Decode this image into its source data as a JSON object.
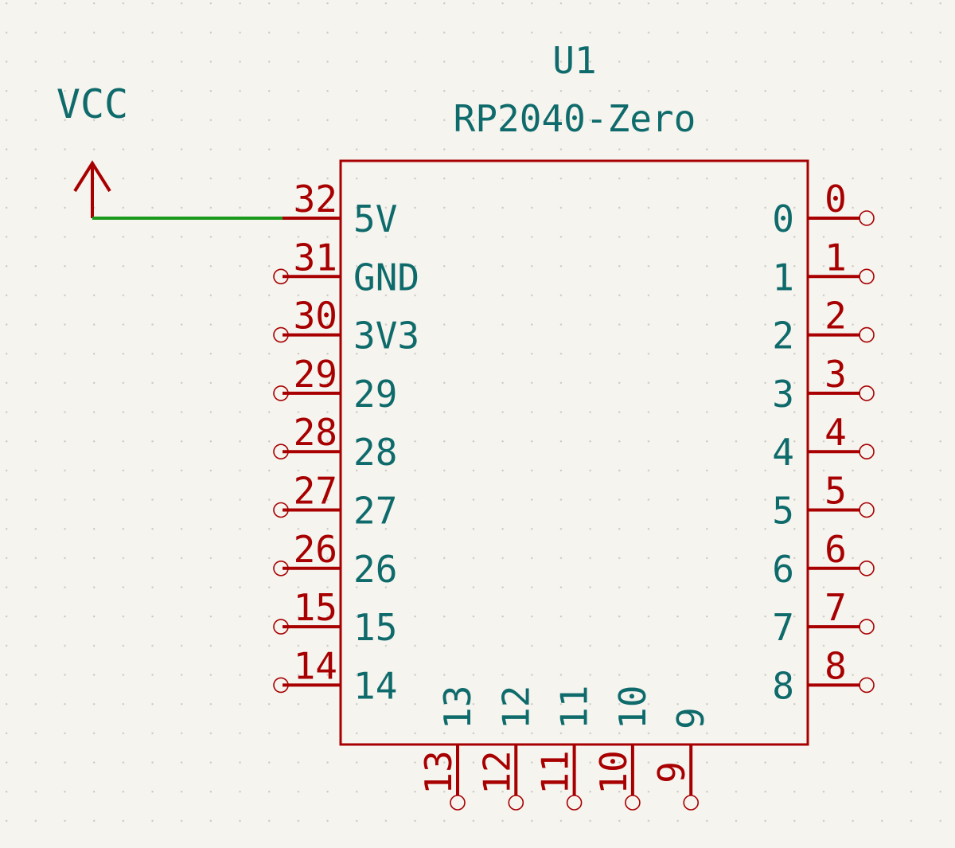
{
  "power": {
    "label": "VCC"
  },
  "component": {
    "ref": "U1",
    "value": "RP2040-Zero"
  },
  "pins_left": [
    {
      "number": "32",
      "name": "5V",
      "connected": true
    },
    {
      "number": "31",
      "name": "GND"
    },
    {
      "number": "30",
      "name": "3V3"
    },
    {
      "number": "29",
      "name": "29"
    },
    {
      "number": "28",
      "name": "28"
    },
    {
      "number": "27",
      "name": "27"
    },
    {
      "number": "26",
      "name": "26"
    },
    {
      "number": "15",
      "name": "15"
    },
    {
      "number": "14",
      "name": "14"
    }
  ],
  "pins_right": [
    {
      "number": "0",
      "name": "0"
    },
    {
      "number": "1",
      "name": "1"
    },
    {
      "number": "2",
      "name": "2"
    },
    {
      "number": "3",
      "name": "3"
    },
    {
      "number": "4",
      "name": "4"
    },
    {
      "number": "5",
      "name": "5"
    },
    {
      "number": "6",
      "name": "6"
    },
    {
      "number": "7",
      "name": "7"
    },
    {
      "number": "8",
      "name": "8"
    }
  ],
  "pins_bottom": [
    {
      "number": "13",
      "name": "13"
    },
    {
      "number": "12",
      "name": "12"
    },
    {
      "number": "11",
      "name": "11"
    },
    {
      "number": "10",
      "name": "10"
    },
    {
      "number": "9",
      "name": "9"
    }
  ],
  "colors": {
    "background": "#f5f4ef",
    "grid_dot": "#c9c8c2",
    "body": "#a80000",
    "pin": "#a80000",
    "text": "#0f6b6b",
    "wire": "#1a9a1a"
  }
}
